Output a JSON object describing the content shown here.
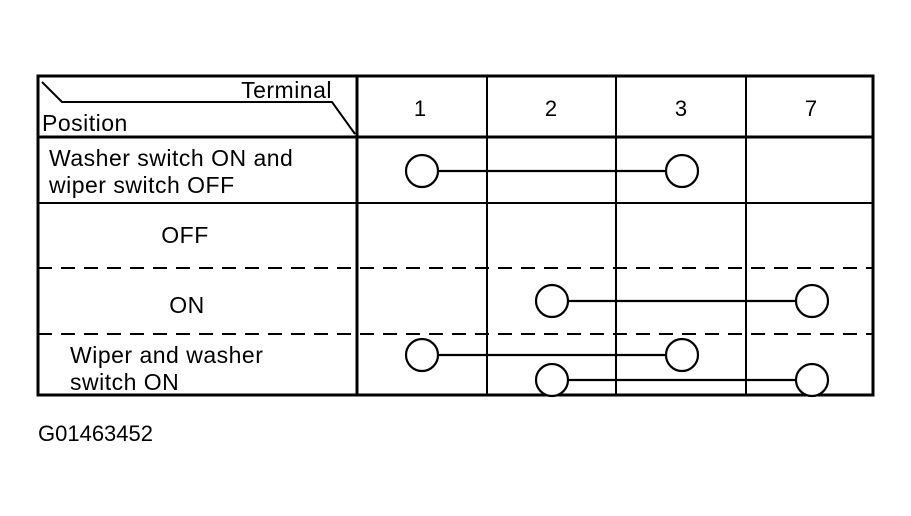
{
  "table": {
    "corner": {
      "top_label": "Terminal",
      "bottom_label": "Position"
    },
    "terminals": [
      "1",
      "2",
      "3",
      "7"
    ],
    "rows": [
      {
        "label_lines": [
          "Washer switch ON and",
          "wiper switch OFF"
        ],
        "connections": [
          [
            "1",
            "3"
          ]
        ]
      },
      {
        "label_lines": [
          "OFF"
        ],
        "connections": []
      },
      {
        "label_lines": [
          "ON"
        ],
        "connections": [
          [
            "2",
            "7"
          ]
        ]
      },
      {
        "label_lines": [
          "Wiper and washer",
          "switch ON"
        ],
        "connections": [
          [
            "1",
            "3"
          ],
          [
            "2",
            "7"
          ]
        ]
      }
    ]
  },
  "figure_id": "G01463452"
}
